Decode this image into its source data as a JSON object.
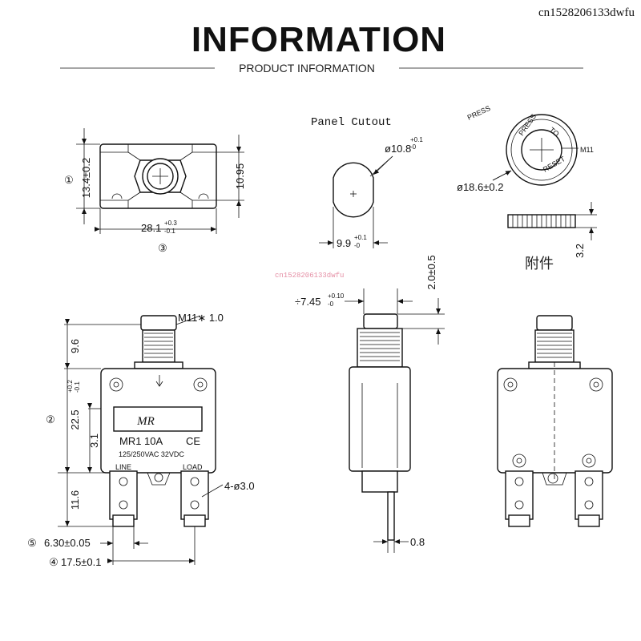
{
  "watermark_top": "cn1528206133dwfu",
  "watermark_mid": "cn1528206133dwfu",
  "header": {
    "title": "INFORMATION",
    "subtitle": "PRODUCT INFORMATION"
  },
  "top_view": {
    "label_1": "①",
    "dim_height": "13.4±0.2",
    "dim_inner": "10.95",
    "dim_width": "28.1",
    "dim_width_tol_upper": "+0.3",
    "dim_width_tol_lower": "-0.1",
    "label_3": "③"
  },
  "panel_cutout": {
    "title": "Panel Cutout",
    "dim_diameter": "ø10.8",
    "dim_diameter_tol_upper": "+0.1",
    "dim_diameter_tol_lower": "-0",
    "dim_flat": "9.9",
    "dim_flat_tol_upper": "+0.1",
    "dim_flat_tol_lower": "-0"
  },
  "accessory": {
    "press": "PRESS",
    "to": "TO",
    "reset": "RESET",
    "thread": "M11",
    "dim_diameter": "ø18.6±0.2",
    "dim_thickness": "3.2",
    "caption": "附件"
  },
  "front_view": {
    "thread": "M11∗ 1.0",
    "dim_button": "9.6",
    "label_2": "②",
    "dim_body": "22.5",
    "dim_body_tol_upper": "+0.2",
    "dim_body_tol_lower": "-0.1",
    "dim_mid": "3.1",
    "dim_terminal": "11.6",
    "hole": "4-ø3.0",
    "logo": "MR",
    "model": "MR1  10A",
    "ce": "CE",
    "rating": "125/250VAC  32VDC",
    "line": "LINE",
    "load": "LOAD",
    "label_5": "⑤",
    "dim_tab_width": "6.30±0.05",
    "label_4": "④",
    "dim_tab_pitch": "17.5±0.1"
  },
  "side_view": {
    "dim_thread": "÷7.45",
    "dim_thread_tol_upper": "+0.10",
    "dim_thread_tol_lower": "-0",
    "dim_collar": "2.0±0.5",
    "dim_tab_thickness": "0.8"
  }
}
